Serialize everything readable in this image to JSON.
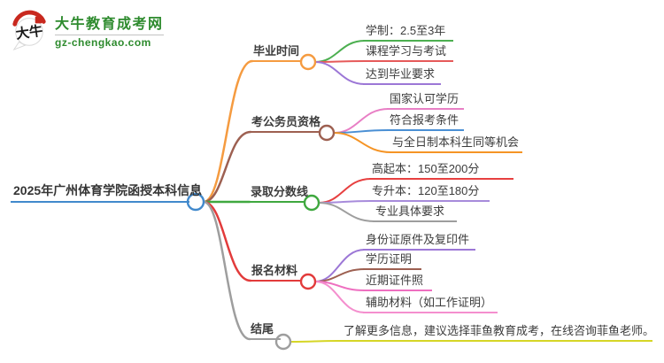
{
  "logo": {
    "title": "大牛教育成考网",
    "domain": "gz-chengkao.com",
    "badge_text": "大牛",
    "brand_color": "#2e8b2e"
  },
  "mindmap": {
    "center": {
      "label": "2025年广州体育学院函授本科信息",
      "color": "#4189CC"
    },
    "branches": [
      {
        "label": "毕业时间",
        "color": "#F59B40",
        "children": [
          {
            "label": "学制：2.5至3年",
            "color": "#4CAF50"
          },
          {
            "label": "课程学习与考试",
            "color": "#E65A5A"
          },
          {
            "label": "达到毕业要求",
            "color": "#9C77D6"
          }
        ]
      },
      {
        "label": "考公务员资格",
        "color": "#9D6051",
        "children": [
          {
            "label": "国家认可学历",
            "color": "#E87FC5"
          },
          {
            "label": "符合报考条件",
            "color": "#4A8FD4"
          },
          {
            "label": "与全日制本科生同等机会",
            "color": "#F59425"
          }
        ]
      },
      {
        "label": "录取分数线",
        "color": "#3FA83F",
        "children": [
          {
            "label": "高起本：150至200分",
            "color": "#E74040"
          },
          {
            "label": "专升本：120至180分",
            "color": "#A78BDB"
          },
          {
            "label": "专业具体要求",
            "color": "#9E9E9E"
          }
        ]
      },
      {
        "label": "报名材料",
        "color": "#E23B3B",
        "children": [
          {
            "label": "身份证原件及复印件",
            "color": "#9C77D6"
          },
          {
            "label": "学历证明",
            "color": "#9D6051"
          },
          {
            "label": "近期证件照",
            "color": "#EE6FC0"
          },
          {
            "label": "辅助材料（如工作证明）",
            "color": "#F48FCE"
          }
        ]
      },
      {
        "label": "结尾",
        "color": "#9E9E9E",
        "children": [
          {
            "label": "了解更多信息，建议选择菲鱼教育成考，在线咨询菲鱼老师。",
            "color": "#D6D626"
          }
        ]
      }
    ]
  }
}
